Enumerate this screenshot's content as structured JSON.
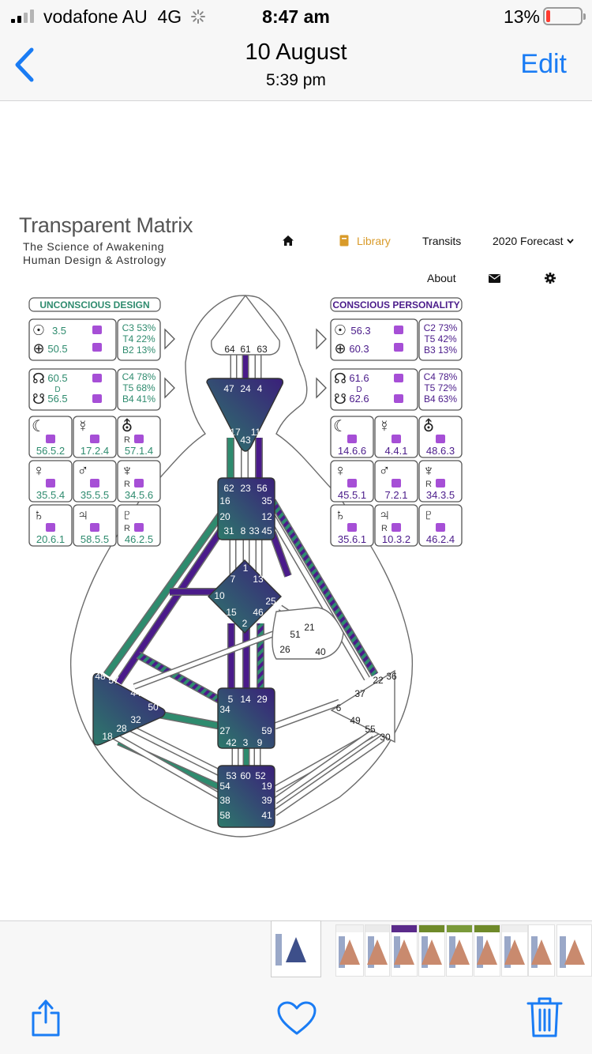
{
  "status_bar": {
    "carrier": "vodafone AU",
    "network": "4G",
    "time": "8:47 am",
    "battery_percent": "13%",
    "battery_level": 0.13,
    "battery_color": "#ff3b30"
  },
  "nav": {
    "date": "10 August",
    "time": "5:39 pm",
    "edit_label": "Edit",
    "accent": "#1a7cf4"
  },
  "site": {
    "brand_title": "Transparent Matrix",
    "brand_line1": "The Science of Awakening",
    "brand_line2": "Human Design & Astrology",
    "menu": {
      "library": "Library",
      "transits": "Transits",
      "forecast": "2020 Forecast",
      "about": "About"
    },
    "icons": [
      "home-icon",
      "book-icon",
      "envelope-icon",
      "gear-icon"
    ]
  },
  "bodygraph": {
    "colors": {
      "design": "#2e8b6e",
      "personality": "#4a1b8a",
      "center_gradient": [
        "#2d7a6b",
        "#3a1f7a"
      ]
    },
    "design_title": "UNCONSCIOUS DESIGN",
    "personality_title": "CONSCIOUS PERSONALITY",
    "design_sun": {
      "sun": "3.5",
      "earth": "50.5",
      "variables": [
        "C3 53%",
        "T4 22%",
        "B2 13%"
      ]
    },
    "design_nodes": {
      "north": "60.5",
      "mid": "D",
      "south": "56.5",
      "variables": [
        "C4 78%",
        "T5 68%",
        "B4 41%"
      ]
    },
    "design_planets": [
      {
        "glyph": "☾",
        "value": "56.5.2",
        "mark": ""
      },
      {
        "glyph": "☿",
        "value": "17.2.4",
        "mark": ""
      },
      {
        "glyph": "⛢",
        "value": "57.1.4",
        "mark": "R"
      },
      {
        "glyph": "♀",
        "value": "35.5.4",
        "mark": ""
      },
      {
        "glyph": "♂",
        "value": "35.5.5",
        "mark": ""
      },
      {
        "glyph": "♆",
        "value": "34.5.6",
        "mark": "R"
      },
      {
        "glyph": "♄",
        "value": "20.6.1",
        "mark": ""
      },
      {
        "glyph": "♃",
        "value": "58.5.5",
        "mark": ""
      },
      {
        "glyph": "♇",
        "value": "46.2.5",
        "mark": "R"
      }
    ],
    "personality_sun": {
      "sun": "56.3",
      "earth": "60.3",
      "variables": [
        "C2 73%",
        "T5 42%",
        "B3 13%"
      ]
    },
    "personality_nodes": {
      "north": "61.6",
      "mid": "D",
      "south": "62.6",
      "variables": [
        "C4 78%",
        "T5 72%",
        "B4 63%"
      ]
    },
    "personality_planets": [
      {
        "glyph": "☾",
        "value": "14.6.6",
        "mark": ""
      },
      {
        "glyph": "☿",
        "value": "4.4.1",
        "mark": ""
      },
      {
        "glyph": "⛢",
        "value": "48.6.3",
        "mark": ""
      },
      {
        "glyph": "♀",
        "value": "45.5.1",
        "mark": ""
      },
      {
        "glyph": "♂",
        "value": "7.2.1",
        "mark": ""
      },
      {
        "glyph": "♆",
        "value": "34.3.5",
        "mark": "R"
      },
      {
        "glyph": "♄",
        "value": "35.6.1",
        "mark": ""
      },
      {
        "glyph": "♃",
        "value": "10.3.2",
        "mark": "R"
      },
      {
        "glyph": "♇",
        "value": "46.2.4",
        "mark": ""
      }
    ],
    "centers": {
      "head": [
        "64",
        "61",
        "63"
      ],
      "ajna": [
        "47",
        "24",
        "4",
        "17",
        "43",
        "11"
      ],
      "throat": [
        "62",
        "23",
        "56",
        "16",
        "35",
        "20",
        "12",
        "31",
        "8",
        "33",
        "45"
      ],
      "g": [
        "1",
        "7",
        "13",
        "10",
        "25",
        "15",
        "46",
        "2"
      ],
      "ego": [
        "51",
        "21",
        "26",
        "40"
      ],
      "spleen": [
        "48",
        "57",
        "44",
        "50",
        "32",
        "28",
        "18"
      ],
      "sacral": [
        "5",
        "14",
        "29",
        "34",
        "27",
        "59",
        "42",
        "3",
        "9"
      ],
      "solar_plexus": [
        "36",
        "22",
        "37",
        "6",
        "49",
        "55",
        "30"
      ],
      "root": [
        "53",
        "60",
        "52",
        "54",
        "19",
        "38",
        "39",
        "58",
        "41"
      ]
    }
  },
  "toolbar": {
    "share": "share-icon",
    "favorite": "heart-icon",
    "delete": "trash-icon"
  }
}
